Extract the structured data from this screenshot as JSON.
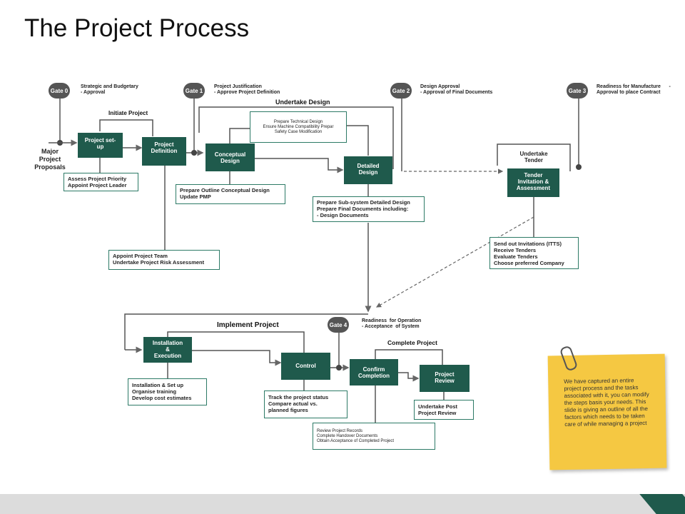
{
  "title": "The Project Process",
  "gates": [
    {
      "label": "Gate 0",
      "note": "Strategic and Budgetary\n- Approval"
    },
    {
      "label": "Gate 1",
      "note": "Project Justification\n- Approve Project Definition"
    },
    {
      "label": "Gate 2",
      "note": "Design Approval\n- Approval of Final Documents"
    },
    {
      "label": "Gate 3",
      "note": "Readiness for Manufacture      -\nApproval to place Contract"
    },
    {
      "label": "Gate 4",
      "note": "Readiness  for Operation\n- Acceptance  of System"
    }
  ],
  "side_labels": {
    "major_proposals": "Major\nProject\nProposals",
    "initiate_project": "Initiate Project",
    "undertake_design": "Undertake Design",
    "undertake_tender": "Undertake\nTender",
    "implement_project": "Implement Project",
    "complete_project": "Complete Project"
  },
  "steps": {
    "setup": "Project set-\nup",
    "definition": "Project\nDefinition",
    "conceptual": "Conceptual\nDesign",
    "detailed": "Detailed\nDesign",
    "tender": "Tender\nInvitation &\nAssessment",
    "installation": "Installation\n&\nExecution",
    "control": "Control",
    "confirm": "Confirm\nCompletion",
    "review": "Project\nReview"
  },
  "notes": {
    "assess": "Assess  Project Priority\nAppoint Project Leader",
    "appoint_team": "Appoint Project Team\nUndertake Project Risk Assessment",
    "technical": "Prepare Technical Design\nEnsure Machine Compatibility     Prepar\nSafety Case Modification",
    "outline": "Prepare Outline Conceptual Design\nUpdate PMP",
    "subsystem": "Prepare  Sub-system  Detailed Design\nPrepare Final Documents including:\n- Design Documents",
    "invitations": "Send out Invitations (ITTS)\nReceive  Tenders\nEvaluate Tenders\nChoose preferred  Company",
    "installation": "Installation  & Set up\nOrganise  training\nDevelop cost estimates",
    "track": "Track  the project status\nCompare actual vs.\nplanned figures",
    "post_review": "Undertake Post\nProject Review",
    "records": "Review Project Records\nComplete Handover Documents\nObtain Acceptance of Completed Project"
  },
  "sticky_note": "We have captured  an entire project process  and the tasks associated with it, you can modify the steps basis your needs. This slide is giving an outline  of all the factors which needs to be taken care of while  managing a project",
  "colors": {
    "box": "#1f5a4c",
    "gate": "#555555",
    "sticky": "#f5c842",
    "note_border": "#2d7a66"
  },
  "icons": {
    "paperclip": "paperclip-icon"
  }
}
